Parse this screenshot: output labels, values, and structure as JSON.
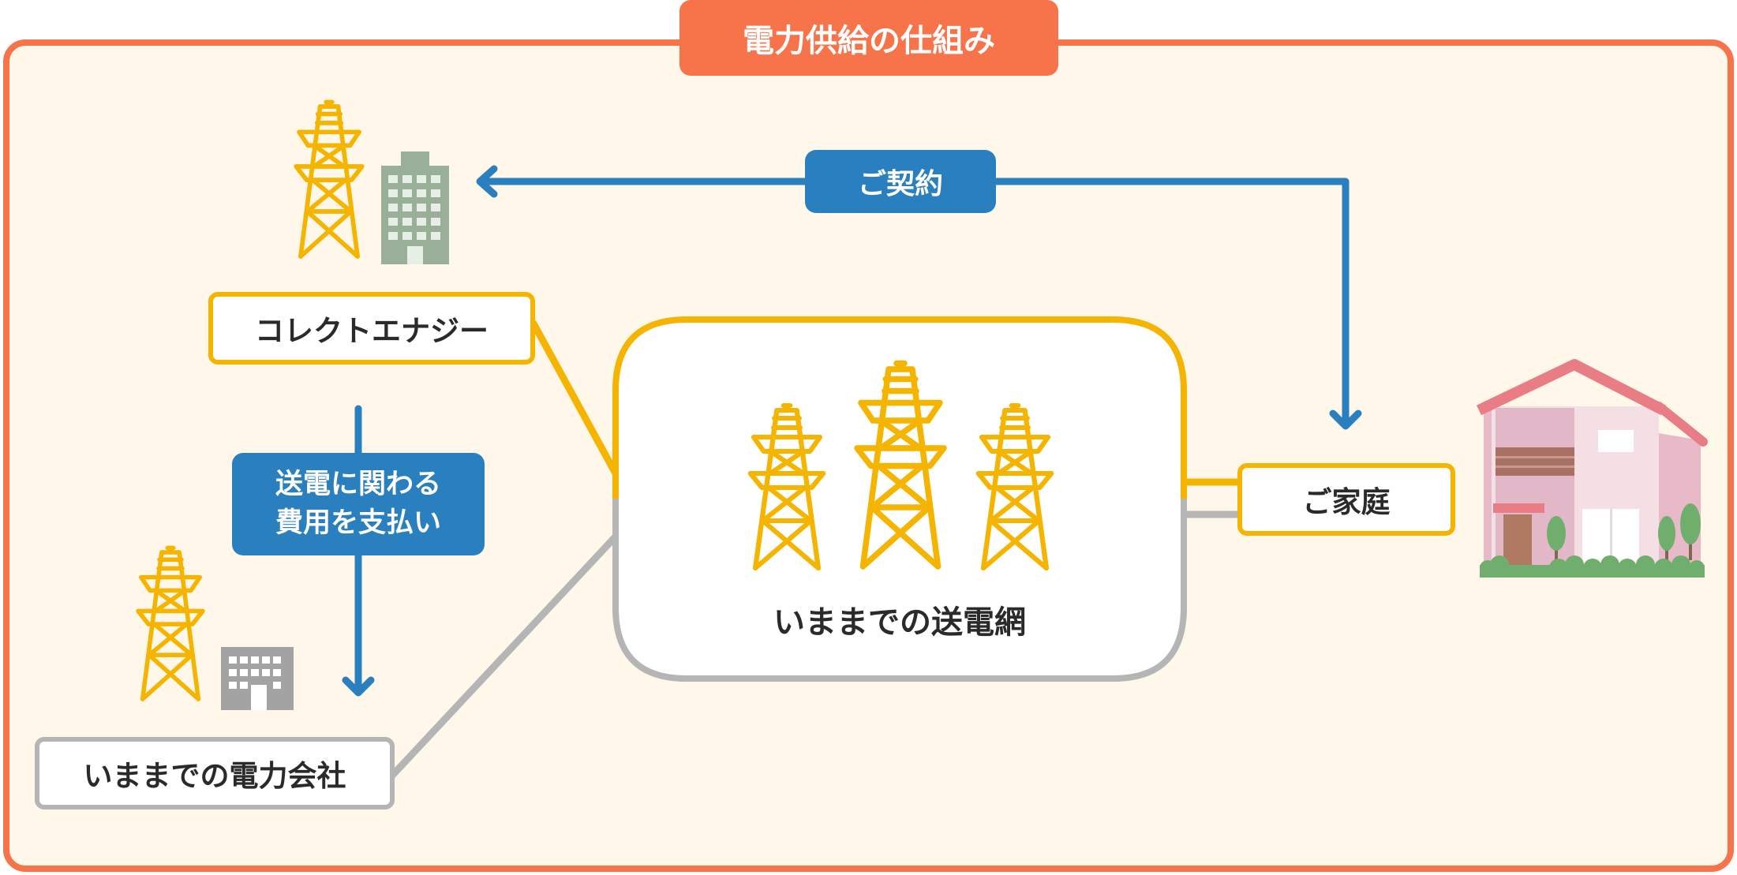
{
  "title": "電力供給の仕組み",
  "nodes": {
    "collect_energy": "コレクトエナジー",
    "former_utility": "いままでの電力会社",
    "grid": "いままでの送電網",
    "home": "ご家庭"
  },
  "flows": {
    "contract": "ご契約",
    "payment_line1": "送電に関わる",
    "payment_line2": "費用を支払い"
  },
  "colors": {
    "frame": "#f7734a",
    "background": "#fff8ea",
    "accent_blue": "#2a7fbf",
    "tower_yellow": "#f4b400",
    "line_gray": "#b5b5b5",
    "building_green": "#9aaf98",
    "house_pink": "#e8b9c8",
    "roof_red": "#e97d86"
  }
}
